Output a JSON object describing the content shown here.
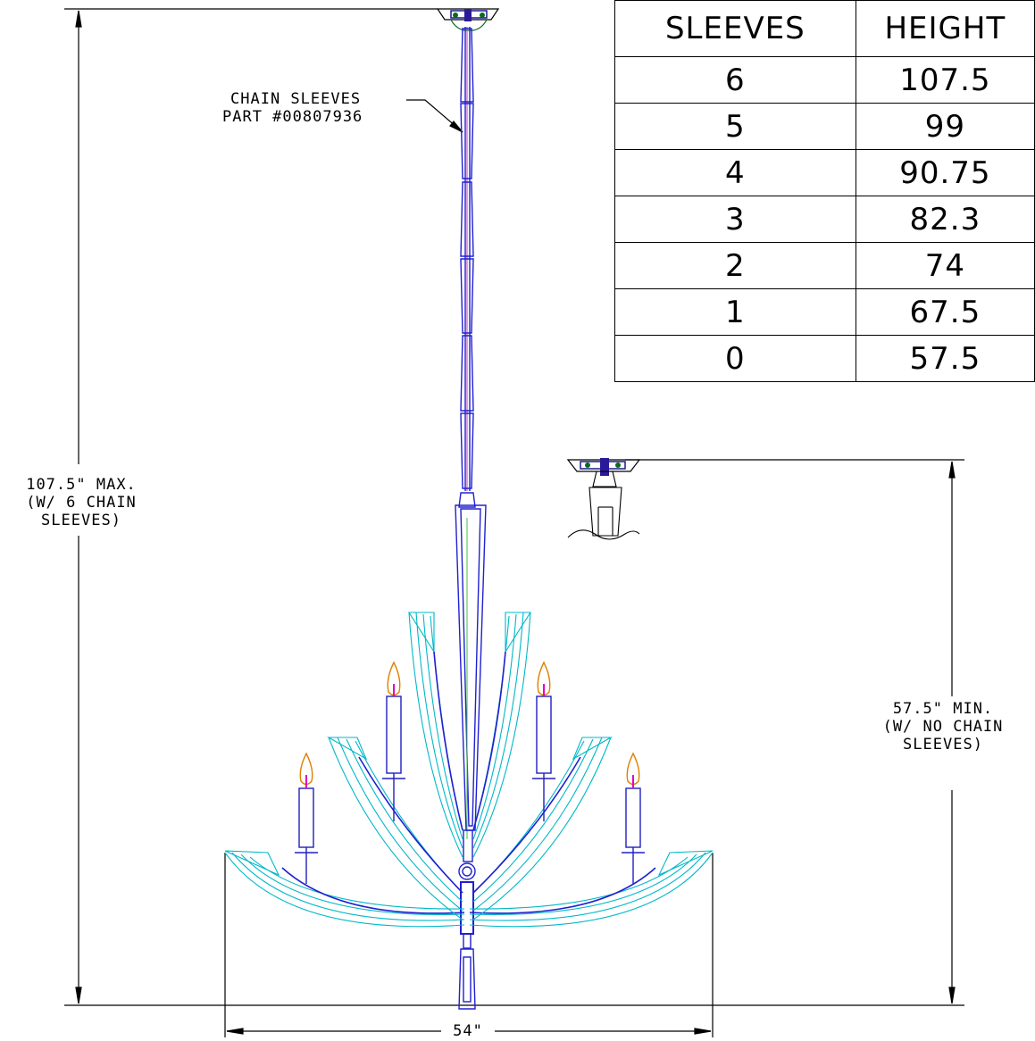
{
  "callouts": {
    "chain_sleeves_line1": "CHAIN SLEEVES",
    "chain_sleeves_line2": "PART #00807936",
    "max_height_line1": "107.5\" MAX.",
    "max_height_line2": "(W/ 6 CHAIN",
    "max_height_line3": "SLEEVES)",
    "min_height_line1": "57.5\" MIN.",
    "min_height_line2": "(W/ NO CHAIN",
    "min_height_line3": "SLEEVES)",
    "width": "54\""
  },
  "table": {
    "headers": [
      "SLEEVES",
      "HEIGHT"
    ],
    "rows": [
      {
        "sleeves": "6",
        "height": "107.5"
      },
      {
        "sleeves": "5",
        "height": "99"
      },
      {
        "sleeves": "4",
        "height": "90.75"
      },
      {
        "sleeves": "3",
        "height": "82.3"
      },
      {
        "sleeves": "2",
        "height": "74"
      },
      {
        "sleeves": "1",
        "height": "67.5"
      },
      {
        "sleeves": "0",
        "height": "57.5"
      }
    ]
  },
  "colors": {
    "dimension": "#000000",
    "chain": "#2020d0",
    "arm": "#00b8c8",
    "candle": "#2020c0",
    "flame": "#e08000",
    "wick": "#e000c0"
  }
}
